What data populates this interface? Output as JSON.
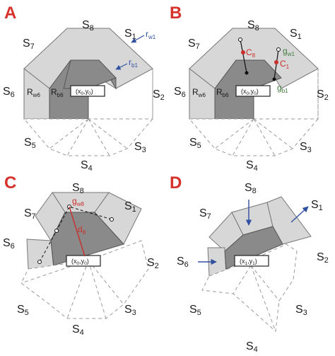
{
  "panels": {
    "A": {
      "letter": "A",
      "sectors": [
        "S",
        "S",
        "S",
        "S",
        "S",
        "S",
        "S",
        "S"
      ],
      "sector_nums": [
        "1",
        "2",
        "3",
        "4",
        "5",
        "6",
        "7",
        "8"
      ],
      "r_w1": {
        "main": "r",
        "sub": "w1"
      },
      "r_b1": {
        "main": "r",
        "sub": "b1"
      },
      "R_w6": {
        "main": "R",
        "sub": "w6"
      },
      "R_b6": {
        "main": "R",
        "sub": "b6"
      },
      "center": {
        "open": "(x",
        "sub0": "0",
        "mid": ",y",
        "sub1": "0",
        "close": ")"
      }
    },
    "B": {
      "letter": "B",
      "sector_nums": [
        "1",
        "2",
        "3",
        "4",
        "5",
        "6",
        "7",
        "8"
      ],
      "C_8": {
        "main": "C",
        "sub": "8"
      },
      "C_1": {
        "main": "C",
        "sub": "1"
      },
      "g_w1": {
        "main": "g",
        "sub": "w1"
      },
      "g_b1": {
        "main": "g",
        "sub": "b1"
      },
      "R_w6": {
        "main": "R",
        "sub": "w6"
      },
      "R_b6": {
        "main": "R",
        "sub": "b6"
      },
      "center": {
        "open": "(x",
        "sub0": "0",
        "mid": ",y",
        "sub1": "0",
        "close": ")"
      }
    },
    "C": {
      "letter": "C",
      "sector_nums": [
        "1",
        "2",
        "3",
        "4",
        "5",
        "6",
        "7",
        "8"
      ],
      "g_w8": {
        "main": "g",
        "sub": "w8"
      },
      "d_8": {
        "main": "d",
        "sub": "8"
      },
      "center": {
        "open": "(x",
        "sub0": "0",
        "mid": ",y",
        "sub1": "0",
        "close": ")"
      }
    },
    "D": {
      "letter": "D",
      "sector_nums": [
        "1",
        "2",
        "3",
        "4",
        "5",
        "6",
        "7",
        "8"
      ],
      "center": {
        "open": "(x",
        "sub0": "1",
        "mid": ",y",
        "sub1": "1",
        "close": ")"
      }
    }
  },
  "colors": {
    "panel_letter": "#d6322b",
    "outer_fill": "#d7d7d7",
    "inner_fill": "#8a8a8a",
    "red": "#c8302a",
    "green": "#3c7a3c",
    "blue": "#3050a0"
  }
}
